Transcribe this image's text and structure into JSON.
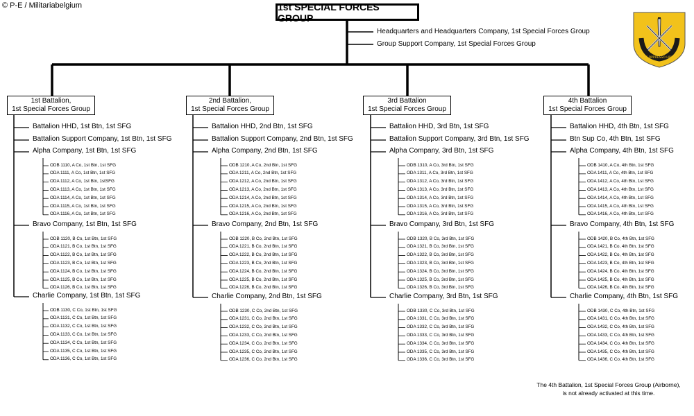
{
  "copyright": "© P-E / Militariabelgium",
  "group": {
    "title": "1st SPECIAL FORCES GROUP",
    "hq": [
      "Headquarters and Headquarters Company,  1st Special Forces Group",
      "Group Support Company,  1st Special Forces Group"
    ],
    "crest_motto": "DE OPPRESSO LIBER"
  },
  "battalions": [
    {
      "title_lines": [
        "1st Battalion,",
        "1st Special Forces Group"
      ],
      "support": [
        "Battalion HHD,  1st Btn,  1st SFG",
        "Battalion  Support Company, 1st Btn,  1st SFG"
      ],
      "companies": [
        {
          "name": "Alpha Company, 1st Btn,  1st SFG",
          "units": [
            "ODB 1110, A Co, 1st Btn,  1st SFG",
            "ODA 1111, A Co, 1st Btn,  1st SFG",
            "ODA 1112, A Co, 1st Btn,  1stSFG",
            "ODA 1113, A Co, 1st Btn,  1st SFG",
            "ODA 1114, A Co, 1st Btn,  1st SFG",
            "ODA 1115, A Co, 1st Btn,  1st SFG",
            "ODA 1116, A Co, 1st Btn,  1st SFG"
          ]
        },
        {
          "name": "Bravo Company, 1st Btn, 1st SFG",
          "units": [
            "ODB 1120, B Co, 1st Btn,  1st SFG",
            "ODA 1121, B Co, 1st Btn,  1st SFG",
            "ODA 1122, B Co, 1st Btn,  1st SFG",
            "ODA 1123, B Co, 1st Btn,  1st SFG",
            "ODA 1124, B Co, 1st Btn,  1st SFG",
            "ODA 1125, B Co, 1st Btn,  1st SFG",
            "ODA 1126, B Co, 1st Btn,  1st SFG"
          ]
        },
        {
          "name": "Charlie Company, 1st Btn,  1st SFG",
          "units": [
            "ODB 1130, C Co, 1st Btn,  1st SFG",
            "ODA 1131, C Co, 1st Btn,  1st SFG",
            "ODA 1132, C Co, 1st Btn,  1st SFG",
            "ODA 1133, C Co, 1st Btn,  1st SFG",
            "ODA 1134, C Co, 1st Btn,  1st SFG",
            "ODA 1135, C Co, 1st Btn,  1st SFG",
            "ODA 1136, C Co, 1st Btn,  1st SFG"
          ]
        }
      ]
    },
    {
      "title_lines": [
        "2nd Battalion,",
        "1st Special Forces Group"
      ],
      "support": [
        "Battalion HHD,  2nd Btn, 1st SFG",
        "Battalion  Support Company, 2nd Btn,  1st SFG"
      ],
      "companies": [
        {
          "name": "Alpha Company, 2nd Btn,  1st SFG",
          "units": [
            "ODB 1210, A Co, 2nd Btn,  1st SFG",
            "ODA 1211, A Co, 2nd Btn,  1st SFG",
            "ODA 1212, A Co, 2nd Btn,  1st SFG",
            "ODA 1213, A Co, 2nd Btn,  1st SFG",
            "ODA 1214, A Co, 2nd Btn,  1st SFG",
            "ODA 1215, A Co, 2nd Btn,  1st SFG",
            "ODA 1216, A Co, 2nd Btn,  1st SFG"
          ]
        },
        {
          "name": "Bravo Company, 2nd Btn,  1st SFG",
          "units": [
            "ODB 1220, B Co, 2nd Btn,  1st SFG",
            "ODA 1221, B Co, 2nd Btn,  1st SFG",
            "ODA 1222, B Co, 2nd Btn,  1st SFG",
            "ODA 1223, B Co, 2nd Btn,  1st SFG",
            "ODA 1224, B Co, 2nd Btn,  1st SFG",
            "ODA 1225, B Co, 2nd Btn,  1st SFG",
            "ODA 1226, B Co, 2nd Btn,  1st SFG"
          ]
        },
        {
          "name": "Charlie Company, 2nd Btn, 1st SFG",
          "units": [
            "ODB 1230, C Co, 2nd Btn,  1st SFG",
            "ODA 1231, C Co, 2nd Btn,  1st SFG",
            "ODA 1232, C Co, 2nd Btn,  1st SFG",
            "ODA 1233, C Co, 2nd Btn,  1st SFG",
            "ODA 1234, C Co, 2nd Btn,  1st SFG",
            "ODA 1235, C Co, 2nd Btn,  1st SFG",
            "ODA 1236, C Co, 2nd Btn,  1st SFG"
          ]
        }
      ]
    },
    {
      "title_lines": [
        "3rd Battalion",
        "1st Special Forces Group"
      ],
      "support": [
        "Battalion HHD,  3rd Btn, 1st SFG",
        "Battalion  Support Company, 3rd Btn,  1st SFG"
      ],
      "companies": [
        {
          "name": "Alpha Company, 3rd Btn,  1st SFG",
          "units": [
            "ODB 1310, A Co, 3rd Btn,  1st SFG",
            "ODA 1311, A Co, 3rd Btn,  1st SFG",
            "ODA 1312, A Co, 3rd Btn,  1st SFG",
            "ODA 1313, A Co, 3rd Btn,  1st SFG",
            "ODA 1314, A Co, 3rd Btn,  1st SFG",
            "ODA 1315, A Co, 3rd Btn,  1st SFG",
            "ODA 1316, A Co, 3rd Btn,  1st SFG"
          ]
        },
        {
          "name": "Bravo Company, 3rd Btn,  1st SFG",
          "units": [
            "ODB 1320, B Co, 3rd Btn,  1st SFG",
            "ODA 1321, B Co, 3rd Btn,  1st SFG",
            "ODA 1322, B Co, 3rd Btn,  1st SFG",
            "ODA 1323, B Co, 3rd Btn,  1st SFG",
            "ODA 1324, B Co, 3rd Btn,  1st SFG",
            "ODA 1325, B Co, 3rd Btn,  1st SFG",
            "ODA 1326, B Co, 3rd Btn,  1st SFG"
          ]
        },
        {
          "name": "Charlie Company, 3rd Btn,  1st SFG",
          "units": [
            "ODB 1330, C Co, 3rd Btn,  1st SFG",
            "ODA 1331, C Co, 3rd Btn,  1st SFG",
            "ODA 1332, C Co, 3rd Btn,  1st SFG",
            "ODA 1333, C Co, 3rd Btn,  1st SFG",
            "ODA 1334, C Co, 3rd Btn,  1st SFG",
            "ODA 1335, C Co, 3rd Btn,  1st SFG",
            "ODA 1336, C Co, 3rd Btn,  1st SFG"
          ]
        }
      ]
    },
    {
      "title_lines": [
        "4th Battalion",
        "1st Special Forces Group"
      ],
      "support": [
        "Battalion HHD,  4th Btn, 1st SFG",
        "Btn  Sup Co, 4th Btn,  1st SFG"
      ],
      "companies": [
        {
          "name": "Alpha Company, 4th Btn,  1st SFG",
          "units": [
            "ODB 1410, A Co, 4th Btn,  1st SFG",
            "ODA 1411, A Co, 4th Btn,  1st SFG",
            "ODA 1412, A Co, 4th Btn,  1st SFG",
            "ODA 1413, A Co, 4th Btn,  1st SFG",
            "ODA 1414, A Co, 4th Btn,  1st SFG",
            "ODA 1415, A Co, 4th Btn,  1st SFG",
            "ODA 1416, A Co, 4th Btn,  1st SFG"
          ]
        },
        {
          "name": "Bravo Company, 4th Btn,  1st SFG",
          "units": [
            "ODB 1420, B Co, 4th Btn,  1st SFG",
            "ODA 1421, B Co, 4th Btn,  1st SFG",
            "ODA 1422, B Co, 4th Btn,  1st SFG",
            "ODA 1423, B Co, 4th Btn,  1st SFG",
            "ODA 1424, B Co, 4th Btn,  1st SFG",
            "ODA 1425, B Co, 4th Btn,  1st SFG",
            "ODA 1426, B Co, 4th Btn,  1st SFG"
          ]
        },
        {
          "name": "Charlie Company, 4th Btn,  1st SFG",
          "units": [
            "ODB 1430, C Co, 4th Btn,  1st SFG",
            "ODA 1431, C Co, 4th Btn,  1st SFG",
            "ODA 1432, C Co, 4th Btn,  1st SFG",
            "ODA 1433, C Co, 4th Btn,  1st SFG",
            "ODA 1434, C Co, 4th Btn,  1st SFG",
            "ODA 1435, C Co, 4th Btn,  1st SFG",
            "ODA 1436, C Co, 4th Btn,  1st SFG"
          ]
        }
      ]
    }
  ],
  "note_lines": [
    "The 4th Battalion, 1st Special Forces Group (Airborne),",
    "is not already activated at this time."
  ],
  "colors": {
    "crest_yellow": "#f2c21b",
    "crest_black": "#1a1a1a",
    "crest_silver": "#cfcfcf"
  }
}
